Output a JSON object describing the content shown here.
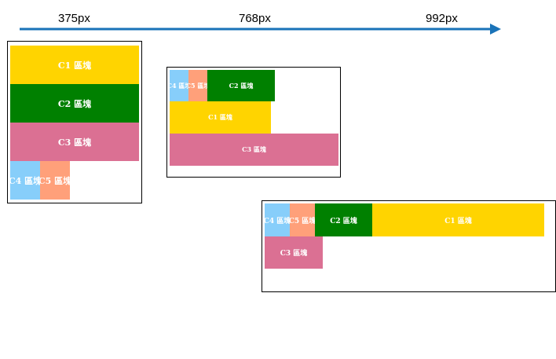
{
  "breakpoints": {
    "bp1": "375px",
    "bp2": "768px",
    "bp3": "992px"
  },
  "colors": {
    "arrow": "#1a73b8",
    "c1": "#ffd400",
    "c2": "#008000",
    "c3": "#db7093",
    "c4": "#87cefa",
    "c5": "#ffa07a"
  },
  "blocks": {
    "c1": "C1 區塊",
    "c2": "C2 區塊",
    "c3": "C3 區塊",
    "c4": "C4 區塊",
    "c5": "C5 區塊"
  }
}
